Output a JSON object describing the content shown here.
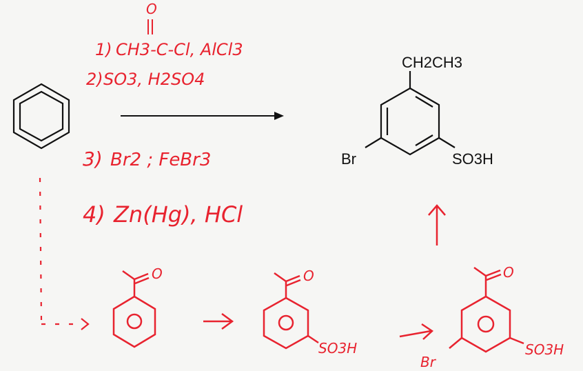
{
  "colors": {
    "ink": "#111111",
    "red": "#e8232f",
    "paper": "#f6f6f4"
  },
  "reagents": {
    "step1_num": "1)",
    "step1": "CH3-C-Cl, AlCl3",
    "step1_o": "O",
    "step2_num": "2)",
    "step2": "SO3, H2SO4",
    "step3_num": "3)",
    "step3": "Br2 ; FeBr3",
    "step4_num": "4)",
    "step4": "Zn(Hg), HCl"
  },
  "product": {
    "top_group": "CH2CH3",
    "left_group": "Br",
    "right_group": "SO3H"
  },
  "intermediates": {
    "i1": {
      "carbonyl": "O",
      "ring": "O"
    },
    "i2": {
      "carbonyl": "O",
      "ring": "O",
      "sub": "SO3H"
    },
    "i3": {
      "carbonyl": "O",
      "ring": "O",
      "sub_right": "SO3H",
      "sub_left": "Br"
    }
  }
}
